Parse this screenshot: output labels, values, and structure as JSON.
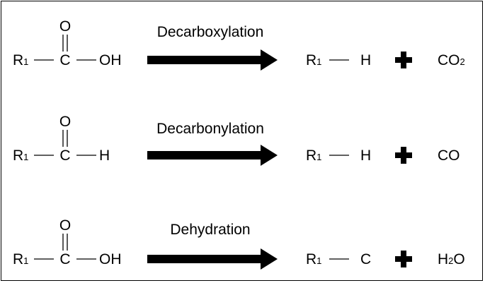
{
  "reactions": [
    {
      "reactant": {
        "r": "R",
        "r_sub": "1",
        "center": "C",
        "top": "O",
        "right": "OH"
      },
      "label": "Decarboxylation",
      "product": {
        "r": "R",
        "r_sub": "1",
        "atom": "H"
      },
      "plus": "+",
      "byproduct": [
        {
          "text": "CO",
          "sub": false
        },
        {
          "text": "2",
          "sub": true
        }
      ]
    },
    {
      "reactant": {
        "r": "R",
        "r_sub": "1",
        "center": "C",
        "top": "O",
        "right": "H"
      },
      "label": "Decarbonylation",
      "product": {
        "r": "R",
        "r_sub": "1",
        "atom": "H"
      },
      "plus": "+",
      "byproduct": [
        {
          "text": "CO",
          "sub": false
        }
      ]
    },
    {
      "reactant": {
        "r": "R",
        "r_sub": "1",
        "center": "C",
        "top": "O",
        "right": "OH"
      },
      "label": "Dehydration",
      "product": {
        "r": "R",
        "r_sub": "1",
        "atom": "C"
      },
      "plus": "+",
      "byproduct": [
        {
          "text": "H",
          "sub": false
        },
        {
          "text": "2",
          "sub": true
        },
        {
          "text": "O",
          "sub": false
        }
      ]
    }
  ]
}
